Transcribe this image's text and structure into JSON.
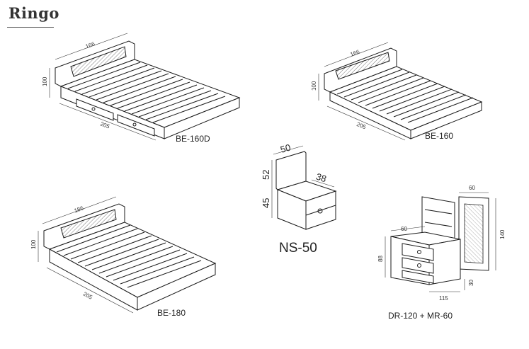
{
  "brand": "Ringo",
  "products": {
    "be160d": {
      "label": "BE-160D",
      "width": "166",
      "length": "205",
      "height": "100"
    },
    "be160": {
      "label": "BE-160",
      "width": "166",
      "length": "205",
      "height": "100"
    },
    "be180": {
      "label": "BE-180",
      "width": "186",
      "length": "205",
      "height": "100"
    },
    "ns50": {
      "label": "NS-50",
      "width": "50",
      "depth": "38",
      "back_height": "52",
      "body_height": "45"
    },
    "dr_mr": {
      "label": "DR-120 + MR-60",
      "mirror_width": "60",
      "mirror_height": "140",
      "dresser_depth": "60",
      "dresser_height": "88",
      "dresser_width": "115",
      "drawer_height": "30"
    }
  }
}
